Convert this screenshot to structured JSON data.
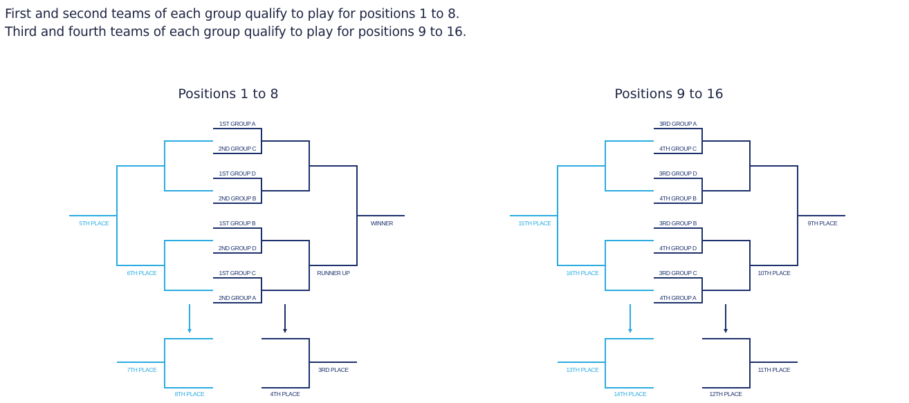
{
  "intro": {
    "line1": "First and second teams of each group qualify to play for positions 1 to 8.",
    "line2": "Third and fourth teams of each group qualify to play for positions 9 to 16."
  },
  "colors": {
    "dark": "#1b2f6b",
    "light": "#29abe2",
    "text": "#1c2240"
  },
  "brackets": [
    {
      "title": "Positions 1 to 8",
      "seeds": [
        "1ST GROUP A",
        "2ND GROUP C",
        "1ST GROUP D",
        "2ND GROUP B",
        "1ST GROUP B",
        "2ND GROUP D",
        "1ST GROUP C",
        "2ND GROUP A"
      ],
      "winner": "WINNER",
      "runner_up": "RUNNER UP",
      "loser_upper": "5TH PLACE",
      "loser_lower": "6TH PLACE",
      "classif_light_upper": "7TH PLACE",
      "classif_light_lower": "8TH PLACE",
      "classif_dark_upper": "3RD PLACE",
      "classif_dark_lower": "4TH PLACE"
    },
    {
      "title": "Positions 9 to 16",
      "seeds": [
        "3RD GROUP A",
        "4TH GROUP C",
        "3RD GROUP D",
        "4TH GROUP B",
        "3RD GROUP B",
        "4TH GROUP D",
        "3RD GROUP C",
        "4TH GROUP A"
      ],
      "winner": "9TH PLACE",
      "runner_up": "10TH PLACE",
      "loser_upper": "15TH PLACE",
      "loser_lower": "16TH PLACE",
      "classif_light_upper": "13TH PLACE",
      "classif_light_lower": "14TH PLACE",
      "classif_dark_upper": "11TH PLACE",
      "classif_dark_lower": "12TH PLACE"
    }
  ]
}
